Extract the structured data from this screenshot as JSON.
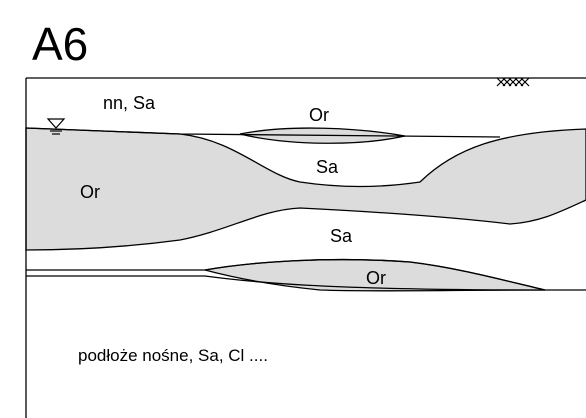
{
  "title": "A6",
  "labels": {
    "topsoil": "nn, Sa",
    "lens_upper": "Or",
    "sand_upper": "Sa",
    "organic_main": "Or",
    "sand_middle": "Sa",
    "lens_lower": "Or",
    "bedrock": "podłoże nośne, Sa, Cl ...."
  },
  "colors": {
    "organic_fill": "#dcdcdc",
    "line": "#000000",
    "background": "#ffffff"
  },
  "symbols": {
    "water_table": "water-table-symbol",
    "ground_surface": "hatched-ground-symbol"
  }
}
